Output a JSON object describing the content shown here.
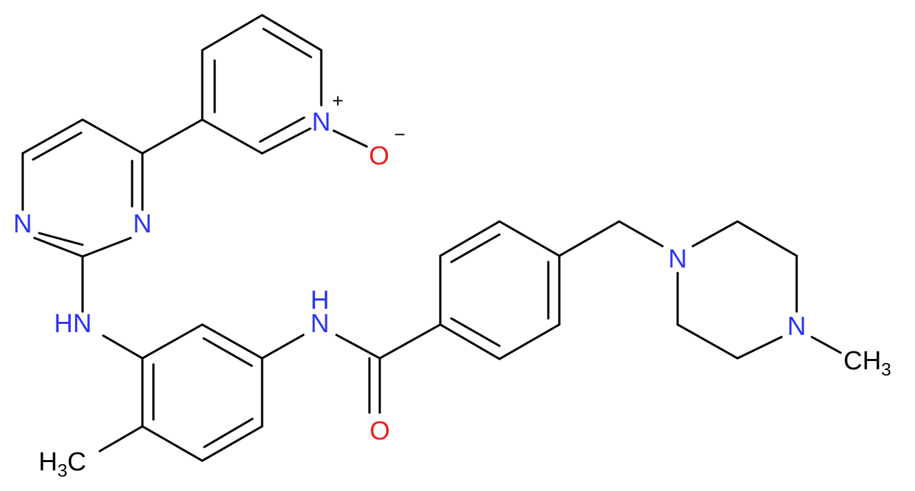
{
  "molecule": {
    "colors": {
      "bond": "#000000",
      "nitrogen": "#2b34f5",
      "oxygen": "#ef1c1c",
      "carbon": "#000000"
    },
    "atom_labels": {
      "pyridine_N": "N",
      "pyridine_N_charge": "+",
      "oxide_O": "O",
      "oxide_O_charge": "−",
      "pyrimidine_N1": "N",
      "pyrimidine_N3": "N",
      "amine_NH": "HN",
      "amide_NH_N": "N",
      "amide_NH_H": "H",
      "carbonyl_O": "O",
      "piperazine_N1": "N",
      "piperazine_N4": "N",
      "methyl_C": "CH",
      "methyl_sub": "3",
      "tolyl_H": "H",
      "tolyl_sub": "3",
      "tolyl_C": "C"
    }
  }
}
